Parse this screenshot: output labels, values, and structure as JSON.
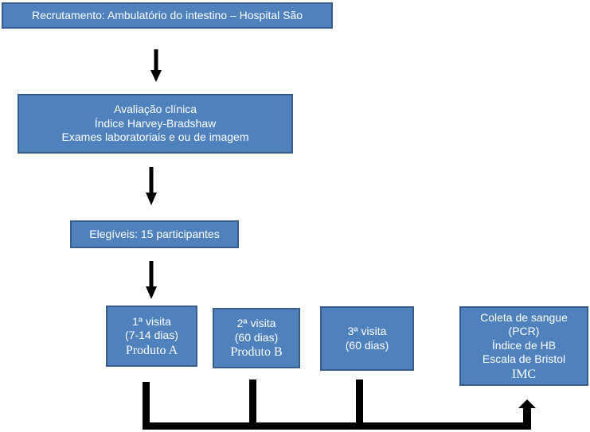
{
  "recruitment": {
    "text": "Recrutamento: Ambulatório do intestino – Hospital São"
  },
  "evaluation": {
    "lines": [
      "Avaliação clínica",
      "Índice Harvey-Bradshaw",
      "Exames laboratoriais e ou de imagem"
    ]
  },
  "eligible": {
    "text": "Elegíveis: 15 participantes"
  },
  "visit1": {
    "lines": [
      "1ª visita",
      "(7-14 dias)"
    ],
    "product": "Produto A"
  },
  "visit2": {
    "lines": [
      "2ª visita",
      "(60 dias)"
    ],
    "product": "Produto B"
  },
  "visit3": {
    "lines": [
      "3ª visita",
      "(60 dias)"
    ]
  },
  "measurements": {
    "lines": [
      "Coleta de sangue",
      "(PCR)",
      "Índice de HB",
      "Escala de Bristol"
    ],
    "last": "IMC"
  },
  "colors": {
    "box_fill": "#4F81BD",
    "box_border": "#385D8A",
    "box_text": "#FFFFFF",
    "arrow": "#000000"
  }
}
